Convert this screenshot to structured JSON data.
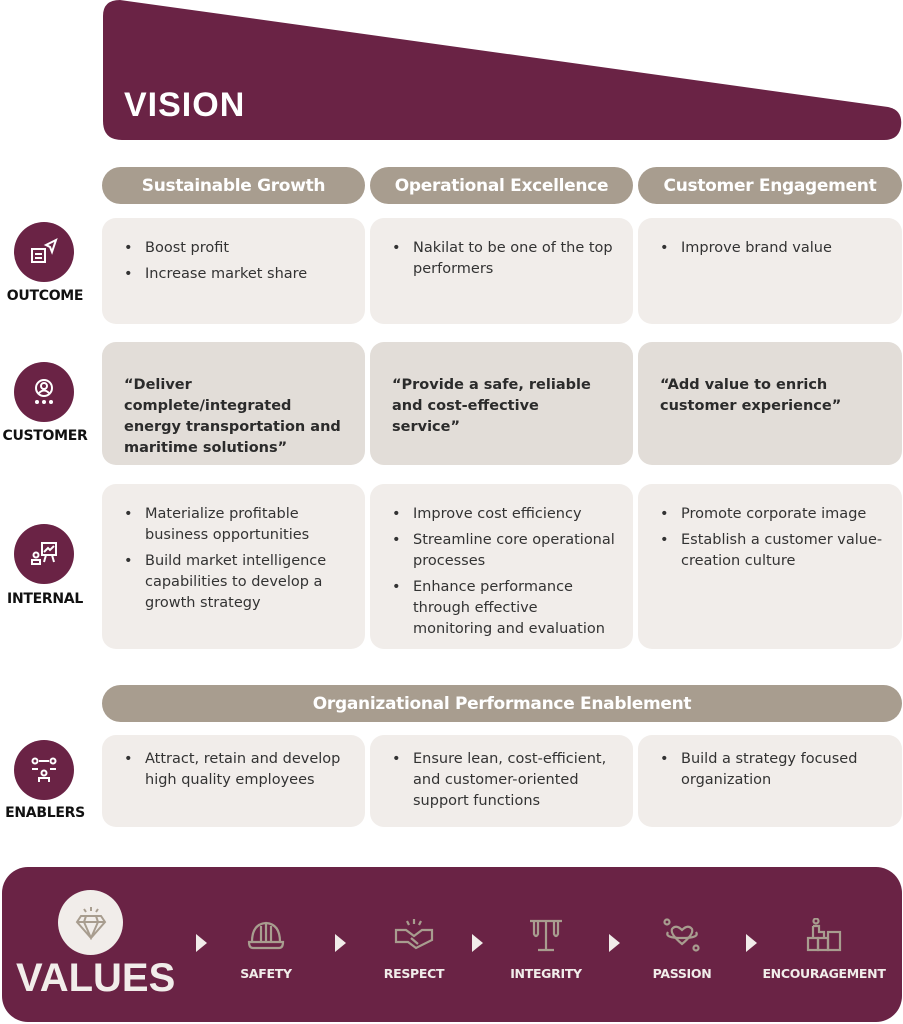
{
  "vision": {
    "title": "VISION"
  },
  "columns": [
    "Sustainable Growth",
    "Operational Excellence",
    "Customer Engagement"
  ],
  "rows": {
    "outcome": {
      "label": "OUTCOME",
      "cells": [
        [
          "Boost profit",
          "Increase market share"
        ],
        [
          "Nakilat to be one of the top performers"
        ],
        [
          "Improve brand value"
        ]
      ]
    },
    "customer": {
      "label": "CUSTOMER",
      "cells": [
        "“Deliver complete/integrated energy transportation and maritime solutions”",
        "“Provide a safe, reliable and cost-effective service”",
        "“Add value to enrich customer experience”"
      ]
    },
    "internal": {
      "label": "INTERNAL",
      "cells": [
        [
          "Materialize profitable business opportunities",
          "Build market intelligence capabilities to develop a growth strategy"
        ],
        [
          "Improve cost efficiency",
          "Streamline core operational processes",
          "Enhance performance through effective monitoring and evaluation"
        ],
        [
          "Promote corporate image",
          "Establish a customer value-creation culture"
        ]
      ]
    },
    "enablers": {
      "label": "ENABLERS",
      "header": "Organizational Performance Enablement",
      "cells": [
        [
          "Attract, retain and develop high quality employees"
        ],
        [
          "Ensure lean, cost-efficient, and customer-oriented support functions"
        ],
        [
          "Build a strategy focused organization"
        ]
      ]
    }
  },
  "values": {
    "title": "VALUES",
    "items": [
      "SAFETY",
      "RESPECT",
      "INTEGRITY",
      "PASSION",
      "ENCOURAGEMENT"
    ]
  },
  "colors": {
    "maroon": "#6a2345",
    "taupe": "#a89d8f",
    "cell": "#f1edea",
    "cell_dark": "#e2ddd8"
  }
}
